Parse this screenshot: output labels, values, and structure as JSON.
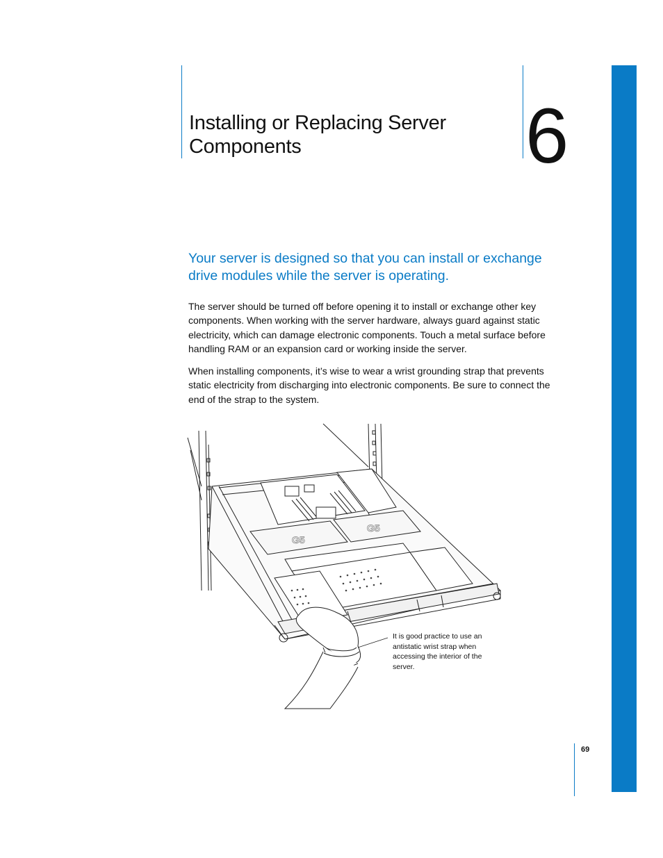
{
  "chapter": {
    "title": "Installing or Replacing Server Components",
    "number": "6"
  },
  "intro": "Your server is designed so that you can install or exchange drive modules while the server is operating.",
  "paragraphs": [
    "The server should be turned off before opening it to install or exchange other key components. When working with the server hardware, always guard against static electricity, which can damage electronic components. Touch a metal surface before handling RAM or an expansion card or working inside the server.",
    "When installing components, it’s wise to wear a wrist grounding strap that prevents static electricity from discharging into electronic components. Be sure to connect the end of the strap to the system."
  ],
  "figure": {
    "caption": "It is good practice to use an antistatic wrist strap when accessing the interior of the server.",
    "processor_label": "G5"
  },
  "page_number": "69",
  "colors": {
    "accent": "#0a7bc6",
    "text": "#111111"
  }
}
